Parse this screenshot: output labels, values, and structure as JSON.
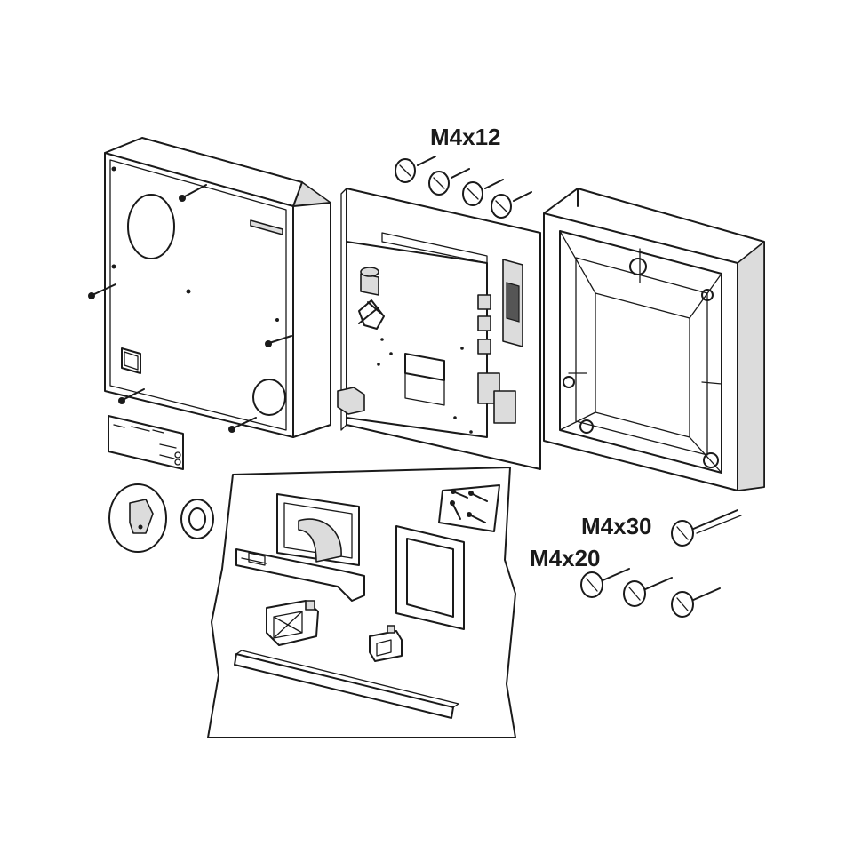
{
  "diagram": {
    "labels": {
      "screws_top": "M4x12",
      "screws_long": "M4x30",
      "screws_mid": "M4x20"
    }
  }
}
